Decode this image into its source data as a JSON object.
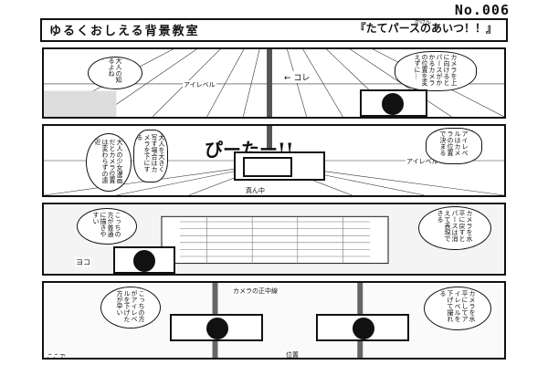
{
  "header": {
    "issue_number": "No.006",
    "title": "ゆるくおしえる背景教室",
    "ruby": "かげん",
    "subtitle": "『たてパースのあいつ！！』"
  },
  "panel1": {
    "left_bubble": "大人の知るよね",
    "right_bubble": "カメラを上に向けるとパースがかかるカメラの位置を変えずに…",
    "arrow_label": "← コレ",
    "eye_level_label": "アイレベル"
  },
  "panel2": {
    "sfx": "ぴーたー!!",
    "left_bubble": "大人の少女漫画だとカメラ位置は変わらずの遠近",
    "mid_bubble": "大人を大きく写す場合はカメラを下にする",
    "right_bubble": "アイレベルはカメラの位置で決まる",
    "eye_level_label": "アイレベル",
    "center_label": "真ん中"
  },
  "panel3": {
    "left_bubble": "こっちの方が普通に描きやすい",
    "right_bubble": "カメラを水平に戻すとパースは消えて表現できる",
    "sign_label": "ヨコ"
  },
  "panel4": {
    "top_label": "カメラの正中線",
    "left_bubble": "こっちの方がアイレベルを下げた方が早い",
    "right_bubble": "カメラを水平にしてアイレベルを下げて撮れる",
    "bottom_label": "位置",
    "corner_note": "ここで"
  }
}
